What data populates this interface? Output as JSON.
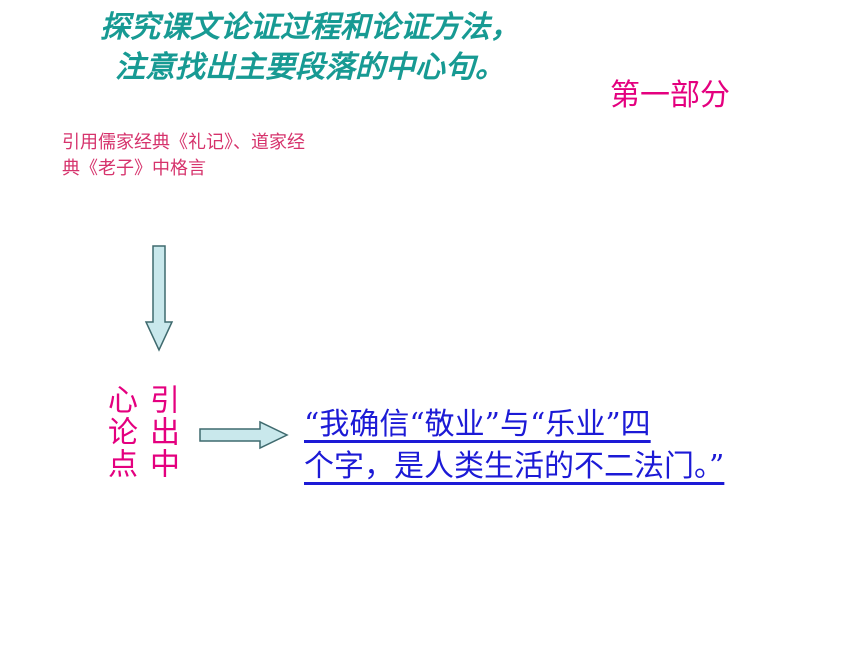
{
  "title": {
    "line1": "探究课文论证过程和论证方法，",
    "line2": "注意找出主要段落的中心句。"
  },
  "section_label": "第一部分",
  "quote_source": {
    "line1": "引用儒家经典《礼记》、道家经",
    "line2": "典《老子》中格言"
  },
  "vertical_label": {
    "col1": "引出中",
    "col2": "心论点"
  },
  "central_thesis": {
    "line1": "“我确信“敬业”与“乐业”四",
    "line2": "个字，是人类生活的不二法门。”"
  },
  "colors": {
    "title": "#179a93",
    "accent": "#e4007f",
    "link": "#1c1ad6",
    "arrow_fill": "#c9e8ec"
  },
  "icons": [
    "down-arrow-icon",
    "right-arrow-icon"
  ]
}
